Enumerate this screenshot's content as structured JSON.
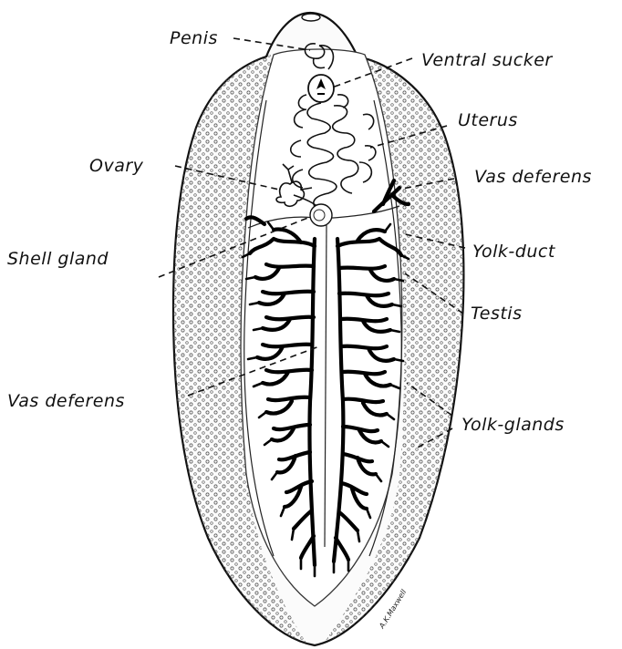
{
  "labels": {
    "penis": "Penis",
    "ventral_sucker": "Ventral sucker",
    "uterus": "Uterus",
    "ovary": "Ovary",
    "vas_deferens_upper": "Vas deferens",
    "yolk_duct": "Yolk-duct",
    "shell_gland": "Shell gland",
    "testis": "Testis",
    "vas_deferens_lower": "Vas deferens",
    "yolk_glands": "Yolk-glands"
  },
  "artist_signature": "A.K.Maxwell"
}
